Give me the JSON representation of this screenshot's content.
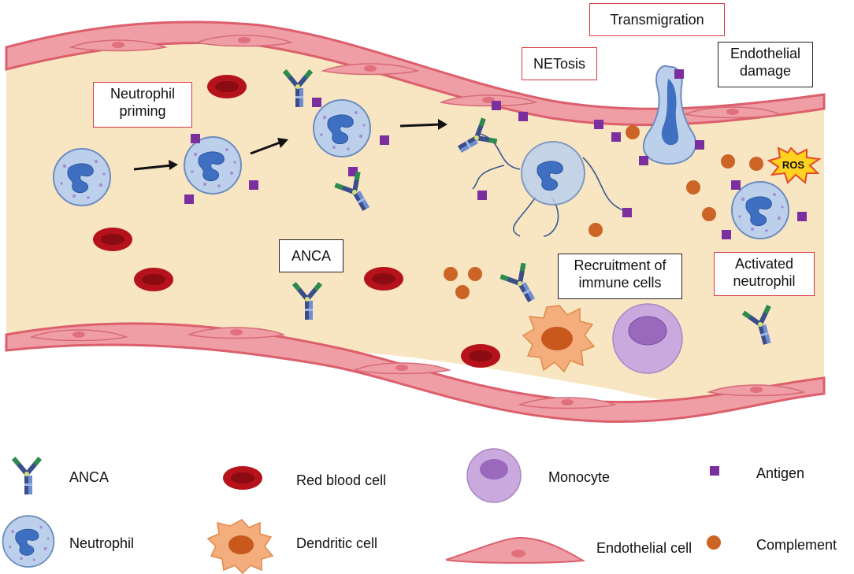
{
  "callouts": {
    "neutrophil_priming": "Neutrophil\npriming",
    "transmigration": "Transmigration",
    "netosis": "NETosis",
    "endothelial_damage": "Endothelial\ndamage",
    "anca": "ANCA",
    "recruitment": "Recruitment of\nimmune cells",
    "activated_neutrophil": "Activated\nneutrophil",
    "ros": "ROS"
  },
  "legend": {
    "anca": "ANCA",
    "red_blood_cell": "Red blood cell",
    "monocyte": "Monocyte",
    "antigen": "Antigen",
    "neutrophil": "Neutrophil",
    "dendritic_cell": "Dendritic cell",
    "endothelial_cell": "Endothelial cell",
    "complement": "Complement"
  },
  "colors": {
    "vessel_lumen": "#f8e6c2",
    "endothelium": "#ef9ea6",
    "vessel_wall": "#dc5f6c",
    "neutrophil_body": "#bcd0ec",
    "neutrophil_nucleus": "#3f6fc1",
    "red_blood_cell": "#b5121b",
    "antigen": "#7b2f9e",
    "complement": "#cc6425",
    "monocyte": "#c9a9de",
    "dendritic_cell": "#f4ad7c",
    "callout_red": "#d9363e",
    "ros_burst": "#ffd21f"
  }
}
